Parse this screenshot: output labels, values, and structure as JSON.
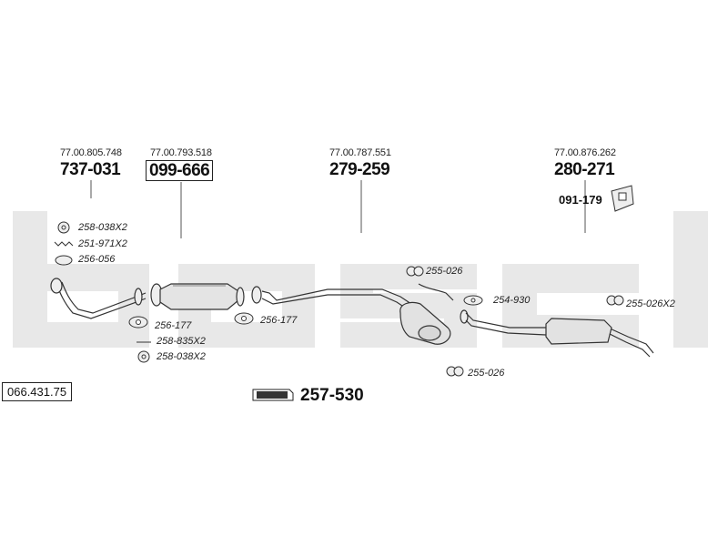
{
  "watermark": "bosal",
  "diagram_ref": "066.431.75",
  "parts": {
    "p1": {
      "oe": "77.00.805.748",
      "number": "737-031"
    },
    "p2": {
      "oe": "77.00.793.518",
      "number": "099-666"
    },
    "p3": {
      "oe": "77.00.787.551",
      "number": "279-259"
    },
    "p4": {
      "oe": "77.00.876.262",
      "number": "280-271"
    }
  },
  "hanger_part": "091-179",
  "callouts": {
    "c1": "258-038X2",
    "c2": "251-971X2",
    "c3": "256-056",
    "c4": "256-177",
    "c5": "256-177",
    "c6": "258-835X2",
    "c7": "258-038X2",
    "c8": "255-026",
    "c9": "254-930",
    "c10": "255-026X2",
    "c11": "255-026"
  },
  "kit": {
    "logo": "bosal",
    "number": "257-530"
  },
  "colors": {
    "watermark": "#e6e6e6",
    "line": "#333333",
    "part_fill": "#e8e8e8"
  }
}
